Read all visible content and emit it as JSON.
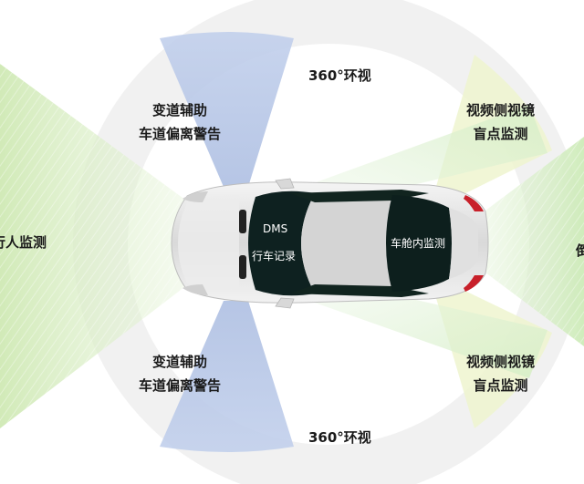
{
  "labels": {
    "surround_top": "360°环视",
    "surround_bottom": "360°环视",
    "lane_top_line1": "变道辅助",
    "lane_top_line2": "车道偏离警告",
    "lane_bottom_line1": "变道辅助",
    "lane_bottom_line2": "车道偏离警告",
    "mirror_top_line1": "视频侧视镜",
    "mirror_top_line2": "盲点监测",
    "mirror_bottom_line1": "视频侧视镜",
    "mirror_bottom_line2": "盲点监测",
    "pedestrian": "行人监测",
    "right_partial": "倒",
    "dms": "DMS",
    "dashcam": "行车记录",
    "cabin": "车舱内监测"
  },
  "colors": {
    "blue_zone": "#c5d3ec",
    "green_zone": "#d9efc8",
    "yellow_zone": "#eef3cc",
    "ring": "#f0f0f0",
    "car_body": "#e2e2e2",
    "glass": "#0d1f1d",
    "tail_light": "#c8202a"
  }
}
